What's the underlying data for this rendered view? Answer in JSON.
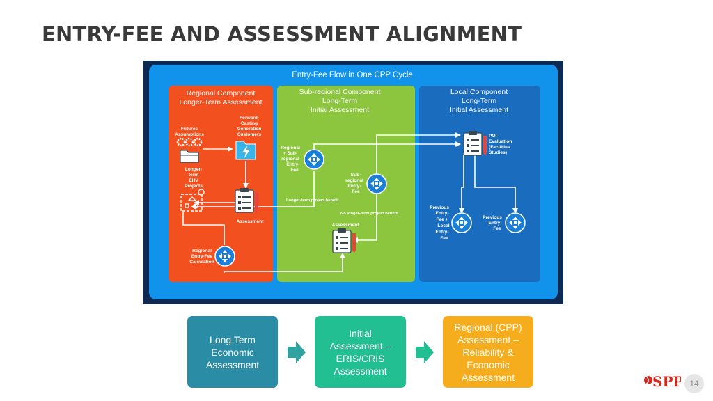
{
  "slide": {
    "title": "ENTRY-FEE AND ASSESSMENT ALIGNMENT",
    "page_number": "14"
  },
  "diagram": {
    "title": "Entry-Fee Flow in One CPP Cycle",
    "regional": {
      "heading_1": "Regional Component",
      "heading_2": "Longer-Term Assessment",
      "futures_1": "Futures",
      "futures_2": "Assumptions",
      "fc_1": "Forward-",
      "fc_2": "Casting",
      "fc_3": "Generation",
      "fc_4": "Customers",
      "ehv_1": "Longer-",
      "ehv_2": "term",
      "ehv_3": "EHV",
      "ehv_4": "Projects",
      "assessment": "Assessment",
      "calc_1": "Regional",
      "calc_2": "Entry-Fee",
      "calc_3": "Calculation"
    },
    "subregional": {
      "heading_1": "Sub-regional Component",
      "heading_2": "Long-Term",
      "heading_3": "Initial Assessment",
      "rsf_1": "Regional",
      "rsf_2": "+ Sub-",
      "rsf_3": "regional",
      "rsf_4": "Entry-",
      "rsf_5": "Fee",
      "sf_1": "Sub-",
      "sf_2": "regional",
      "sf_3": "Entry-",
      "sf_4": "Fee",
      "benefit": "Longer-term project benefit",
      "no_benefit": "No longer-term project benefit",
      "assessment": "Assessment"
    },
    "local": {
      "heading_1": "Local Component",
      "heading_2": "Long-Term",
      "heading_3": "Initial Assessment",
      "poi_1": "POI",
      "poi_2": "Evaluation",
      "poi_3": "(Facilities",
      "poi_4": "Studies)",
      "pl_1": "Previous",
      "pl_2": "Entry-",
      "pl_3": "Fee +",
      "pl_4": "Local",
      "pl_5": "Entry-",
      "pl_6": "Fee",
      "pe_1": "Previous",
      "pe_2": "Entry-",
      "pe_3": "Fee"
    }
  },
  "stages": [
    {
      "label": "Long Term\nEconomic\nAssessment",
      "color": "#2b8ca5"
    },
    {
      "label": "Initial\nAssessment –\nERIS/CRIS\nAssessment",
      "color": "#22bf93"
    },
    {
      "label": "Regional (CPP)\nAssessment –\nReliability &\nEconomic\nAssessment",
      "color": "#f6ad1d"
    }
  ],
  "logo": {
    "text": "SPP",
    "color": "#d52b1e"
  },
  "colors": {
    "frame": "#0e2a52",
    "panel": "#1193ec",
    "regional": "#f2501f",
    "subregional": "#8cc63f",
    "local": "#1a6cbf",
    "arrow": "#2fa3a0"
  }
}
